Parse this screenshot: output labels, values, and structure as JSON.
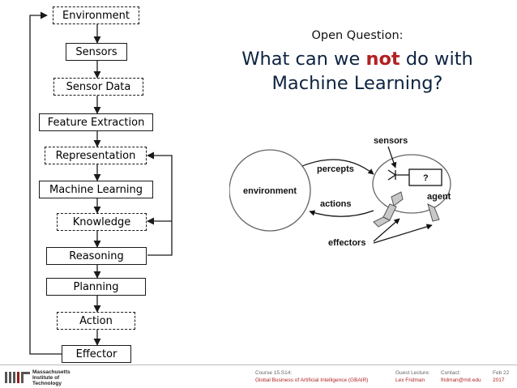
{
  "pipeline": {
    "steps": [
      {
        "label": "Environment",
        "style": "dashed"
      },
      {
        "label": "Sensors",
        "style": "solid"
      },
      {
        "label": "Sensor Data",
        "style": "dashed"
      },
      {
        "label": "Feature Extraction",
        "style": "solid"
      },
      {
        "label": "Representation",
        "style": "dashed"
      },
      {
        "label": "Machine Learning",
        "style": "solid"
      },
      {
        "label": "Knowledge",
        "style": "dashed"
      },
      {
        "label": "Reasoning",
        "style": "solid"
      },
      {
        "label": "Planning",
        "style": "solid"
      },
      {
        "label": "Action",
        "style": "dashed"
      },
      {
        "label": "Effector",
        "style": "solid"
      }
    ]
  },
  "question": {
    "subtitle": "Open Question:",
    "prefix": "What can we ",
    "emphasis": "not",
    "suffix": " do with",
    "line2": "Machine Learning?",
    "emphasis_color": "#b22222"
  },
  "agent_diagram": {
    "sensors": "sensors",
    "percepts": "percepts",
    "environment": "environment",
    "actions": "actions",
    "effectors": "effectors",
    "agent": "agent",
    "unknown": "?"
  },
  "footer": {
    "logo_lines": [
      "Massachusetts",
      "Institute of",
      "Technology"
    ],
    "course_label": "Course 15.S14:",
    "course_value": "Global Business of Artificial Intelligence (GBAIR)",
    "lecturer_label": "Guest Lecture:",
    "lecturer_value": "Lex Fridman",
    "contact_label": "Contact:",
    "contact_value": "fridman@mit.edu",
    "date_label": "Feb 22",
    "date_value": "2017",
    "accent_color": "#b22222"
  }
}
